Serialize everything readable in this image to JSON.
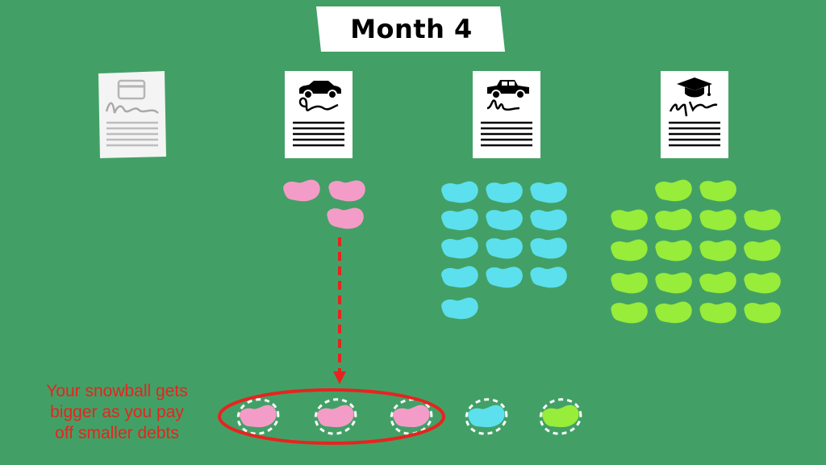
{
  "slide": {
    "title": "Month 4",
    "caption": {
      "lines": [
        "Your snowball gets",
        "bigger as you pay",
        "off smaller debts"
      ],
      "color": "#e8231f"
    },
    "background_color": "#42a066"
  },
  "debts": [
    {
      "name": "credit-card",
      "icon": "credit-card-icon",
      "status": "paid-off",
      "beans_remaining": 0,
      "bean_color": null
    },
    {
      "name": "car-loan-1",
      "icon": "car-icon",
      "status": "active",
      "beans_remaining": 3,
      "bean_color": "#f49cc8"
    },
    {
      "name": "car-loan-2",
      "icon": "car-icon",
      "status": "active",
      "beans_remaining": 13,
      "bean_color": "#5ce0ee"
    },
    {
      "name": "student-loan",
      "icon": "graduation-cap-icon",
      "status": "active",
      "beans_remaining": 18,
      "bean_color": "#98ec3a"
    }
  ],
  "snowball": {
    "payments": [
      {
        "color": "#f49cc8"
      },
      {
        "color": "#f49cc8"
      },
      {
        "color": "#f49cc8"
      },
      {
        "color": "#5ce0ee"
      },
      {
        "color": "#98ec3a"
      }
    ],
    "highlight_color": "#e8231f",
    "arrow_color": "#e8231f"
  }
}
